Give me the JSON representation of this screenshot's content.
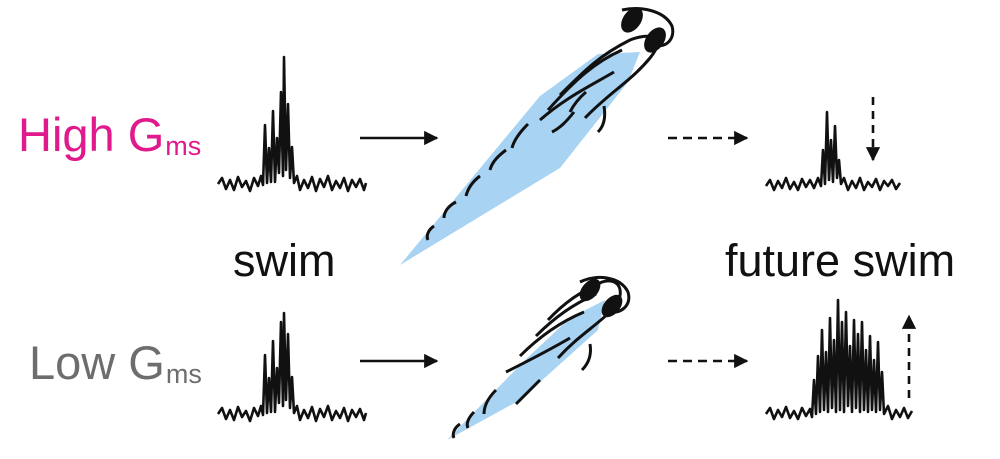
{
  "colors": {
    "high": "#e0198c",
    "low": "#6d6d6d",
    "ink": "#111111",
    "body_fill": "#a9d3f3"
  },
  "rows": {
    "high": {
      "label_main": "High G",
      "label_sub": "ms"
    },
    "low": {
      "label_main": "Low G",
      "label_sub": "ms"
    }
  },
  "captions": {
    "current": "swim",
    "future": "future swim"
  },
  "icons": {
    "current_swim_trace": "swim-burst-trace-icon",
    "arrow_solid": "solid-arrow-right-icon",
    "arrow_dashed": "dashed-arrow-right-icon",
    "fish": "larval-zebrafish-icon",
    "decrease": "dashed-arrow-down-icon",
    "increase": "dashed-arrow-up-icon"
  },
  "future_effect": {
    "high": "decrease",
    "low": "increase"
  }
}
